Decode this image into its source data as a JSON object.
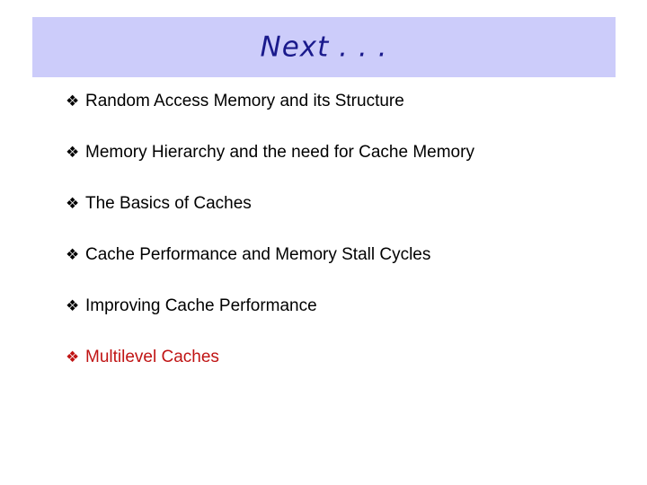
{
  "slide": {
    "title": "Next . . .",
    "title_color": "#1a1a8c",
    "title_band_color": "#ccccfa",
    "background_color": "#ffffff",
    "bullet_glyph": "❖",
    "bullet_glyph_name": "diamond-floret-bullet-icon",
    "default_text_color": "#000000",
    "accent_text_color": "#c01414",
    "items": [
      {
        "label": "Random Access Memory and its Structure",
        "color": "#000000",
        "accent": false
      },
      {
        "label": "Memory Hierarchy and the need for Cache Memory",
        "color": "#000000",
        "accent": false
      },
      {
        "label": "The Basics of Caches",
        "color": "#000000",
        "accent": false
      },
      {
        "label": "Cache Performance and Memory Stall Cycles",
        "color": "#000000",
        "accent": false
      },
      {
        "label": "Improving Cache Performance",
        "color": "#000000",
        "accent": false
      },
      {
        "label": "Multilevel Caches",
        "color": "#c01414",
        "accent": true
      }
    ]
  }
}
